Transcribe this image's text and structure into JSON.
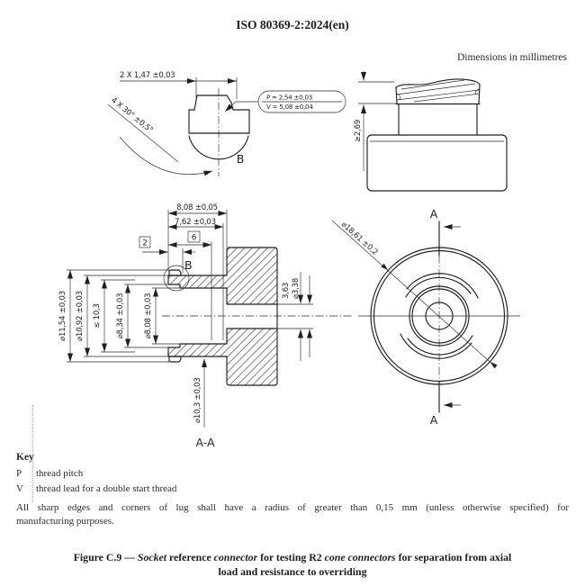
{
  "page": {
    "header": "ISO 80369-2:2024(en)",
    "units_note": "Dimensions in millimetres"
  },
  "detail_b": {
    "dim_lug_width": "2 X 1,47 ±0,03",
    "dim_lug_angle": "4 X 30° ±0,5°",
    "callout_pitch": "P = 2,54 ±0,03",
    "callout_lead": "V = 5,08 ±0,04",
    "view_label": "B"
  },
  "side_view": {
    "dim_thread_length": "≥2,69"
  },
  "section_view": {
    "dim_depth_outer": "8,08 ±0,05",
    "dim_depth_inner": "7,62 ±0,03",
    "dim_box_6": "6",
    "dim_box_2": "2",
    "detail_marker": "B",
    "dim_dia_11_54": "⌀11,54 ±0,03",
    "dim_dia_10_92": "⌀10,92 ±0,03",
    "dim_len_10_3": "≤ 10,3",
    "dim_dia_8_34": "⌀8,34 ±0,03",
    "dim_dia_8_08": "⌀8,08 ±0,03",
    "dim_3_63": "3,63",
    "dim_dia_3_38": "⌀3,38",
    "dim_dia_10_3": "⌀10,3 ±0,03",
    "view_label": "A-A"
  },
  "front_view": {
    "dim_outer_dia": "⌀18,61 ±0,2",
    "cut_label_top": "A",
    "cut_label_bottom": "A"
  },
  "key": {
    "heading": "Key",
    "items": [
      {
        "symbol": "P",
        "description": "thread pitch"
      },
      {
        "symbol": "V",
        "description": "thread lead for a double start thread"
      }
    ],
    "note_line1": "All sharp edges and corners of lug shall have a radius of greater than 0,15 mm (unless otherwise specified) for",
    "note_line2": "manufacturing purposes."
  },
  "caption": {
    "prefix": "Figure C.9 — ",
    "italic1": "Socket",
    "mid1": " reference ",
    "italic2": "connector",
    "mid2": " for testing R2 ",
    "italic3": "cone connectors",
    "line1_end": " for separation from axial",
    "line2": "load and resistance to overriding"
  }
}
